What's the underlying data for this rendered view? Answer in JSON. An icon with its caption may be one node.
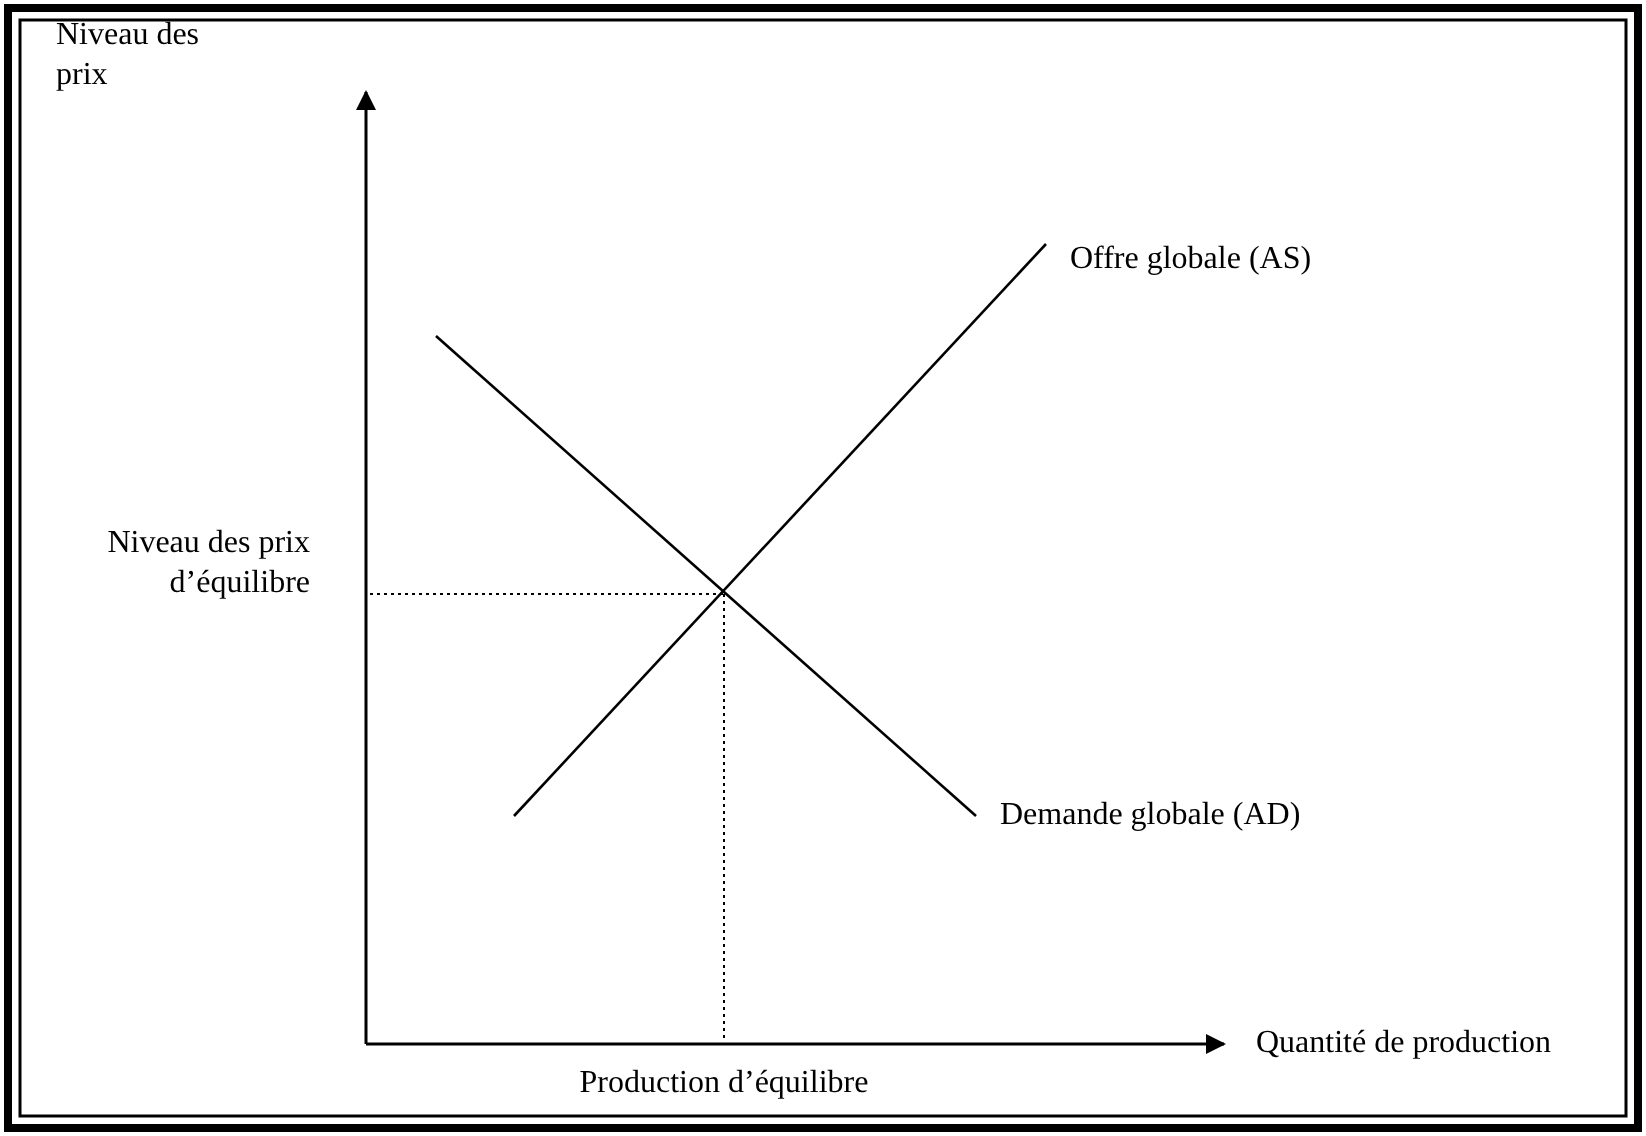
{
  "diagram": {
    "labels": [
      "Niveau des prix",
      "Offre globale (AS)",
      "Niveau des prix d’équilibre",
      "Demande globale (AD)",
      "Quantité de production",
      "Production d’équilibre"
    ]
  }
}
